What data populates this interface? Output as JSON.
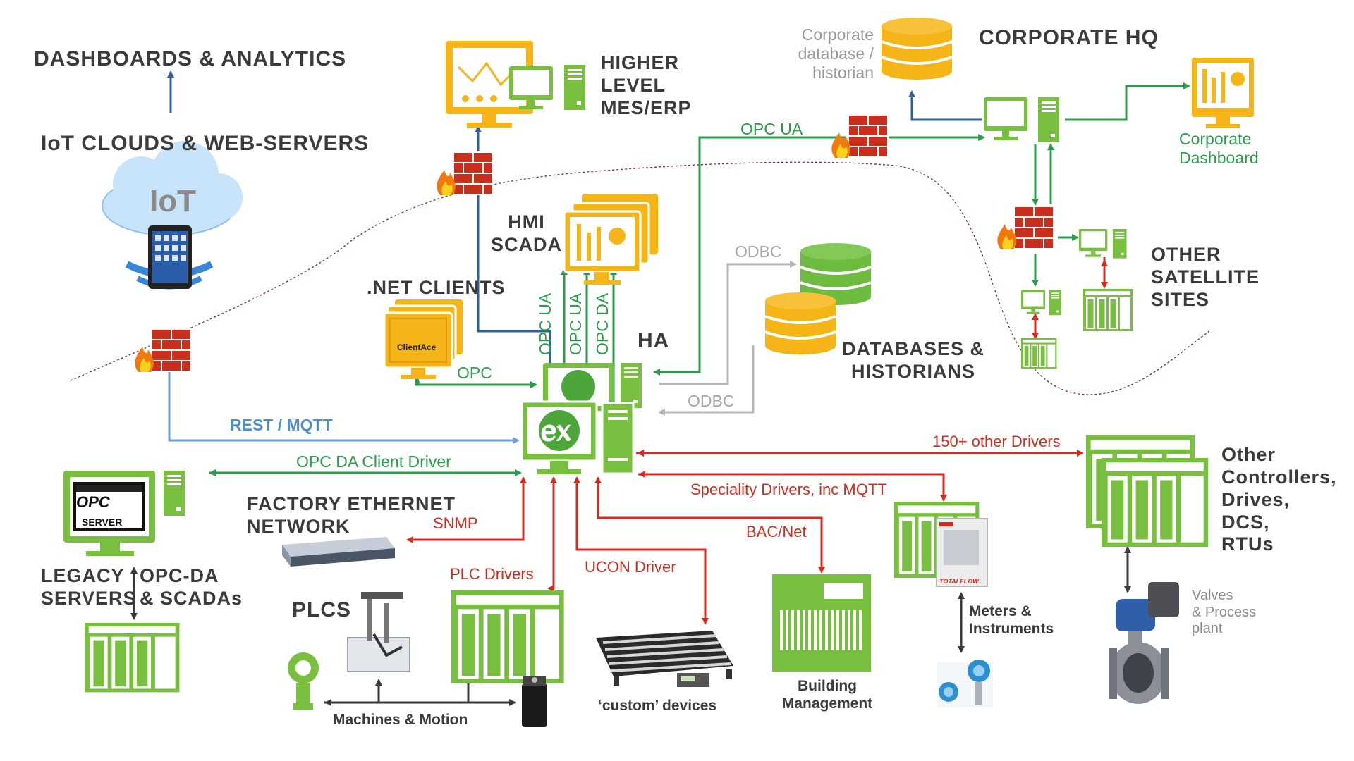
{
  "headings": {
    "dashboards": "DASHBOARDS & ANALYTICS",
    "iot_clouds": "IoT CLOUDS & WEB-SERVERS",
    "higher_level": [
      "HIGHER",
      "LEVEL",
      "MES/ERP"
    ],
    "corporate_hq": "CORPORATE HQ",
    "hmi": [
      "HMI",
      "SCADA"
    ],
    "net_clients": ".NET CLIENTS",
    "ha": "HA",
    "databases": [
      "DATABASES &",
      "HISTORIANS"
    ],
    "satellite": [
      "OTHER",
      "SATELLITE",
      "SITES"
    ],
    "other_controllers": [
      "Other",
      "Controllers,",
      "Drives,",
      "DCS,",
      "RTUs"
    ],
    "factory_ethernet": [
      "FACTORY ETHERNET",
      "NETWORK"
    ],
    "legacy": [
      "LEGACY",
      "SERVERS"
    ],
    "opc_da_scadas": [
      "OPC-DA",
      "& SCADAs"
    ],
    "plcs": "PLCS"
  },
  "icon_text": {
    "iot": "IoT",
    "ex": "ex",
    "opc_server": "OPC",
    "opc_server_sub": "SERVER",
    "clientace": "ClientAce",
    "totalflow": "TOTALFLOW"
  },
  "connections": {
    "opc_ua_top": "OPC UA",
    "odbc_top": "ODBC",
    "odbc_bottom": "ODBC",
    "opc": "OPC",
    "opc_ua_v1": "OPC UA",
    "opc_ua_v2": "OPC UA",
    "opc_da_v": "OPC DA",
    "rest_mqtt": "REST / MQTT",
    "opc_da_client": "OPC DA Client Driver",
    "snmp": "SNMP",
    "plc_drivers": "PLC Drivers",
    "ucon": "UCON Driver",
    "bacnet": "BAC/Net",
    "speciality": "Speciality Drivers, inc MQTT",
    "other_drivers": "150+ other Drivers"
  },
  "captions": {
    "corporate_db": [
      "Corporate",
      "database /",
      "historian"
    ],
    "corporate_dashboard": [
      "Corporate",
      "Dashboard"
    ],
    "machines_motion": "Machines & Motion",
    "custom_devices": "‘custom’ devices",
    "building_management": [
      "Building",
      "Management"
    ],
    "meters": [
      "Meters &",
      "Instruments"
    ],
    "valves": [
      "Valves",
      "& Process",
      "plant"
    ]
  },
  "colors": {
    "green": "#2a9d4a",
    "red": "#d52b1e",
    "blue_dark": "#2e5f9e",
    "blue_light": "#6a9fd4",
    "gray": "#b5b5b5",
    "device_green": "#78bf3f",
    "monitor_yellow": "#f5b418",
    "db_yellow": "#f5b418",
    "db_green": "#6dbb3f",
    "firewall": "#c8301d",
    "ex_green": "#4ca63a",
    "dashed_boundary": "#7a2a4a"
  }
}
